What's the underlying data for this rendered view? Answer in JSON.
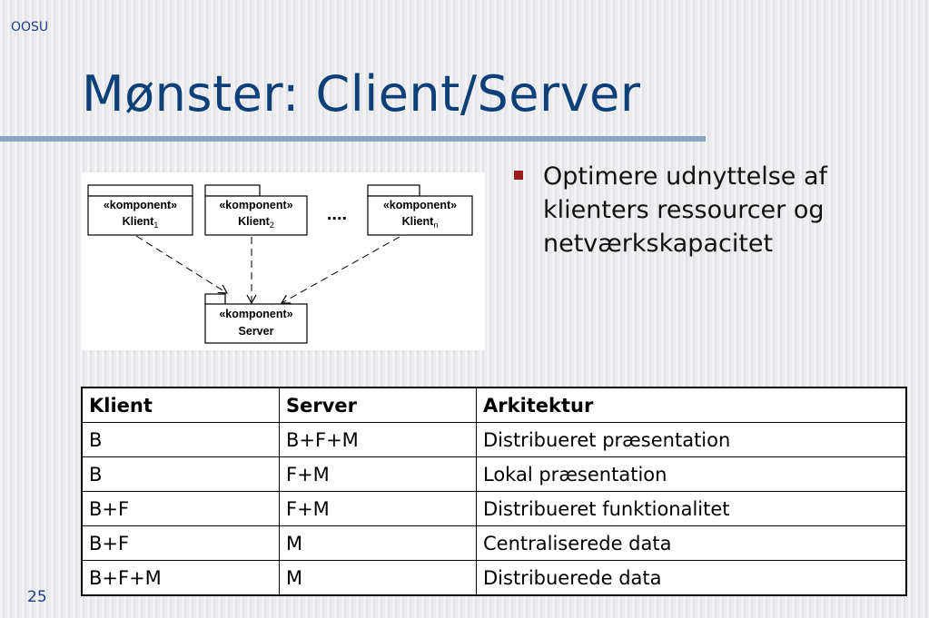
{
  "header": {
    "label": "OOSU"
  },
  "slide": {
    "title": "Mønster: Client/Server",
    "page_number": "25"
  },
  "diagram": {
    "stereotype": "«komponent»",
    "clients": [
      {
        "name": "Klient",
        "subscript": "1"
      },
      {
        "name": "Klient",
        "subscript": "2"
      },
      {
        "name": "Klient",
        "subscript": "n"
      }
    ],
    "ellipsis": "....",
    "server": {
      "name": "Server"
    }
  },
  "bullets": [
    {
      "text": "Optimere udnyttelse af klienters ressourcer og netværkskapacitet"
    }
  ],
  "table": {
    "headers": [
      "Klient",
      "Server",
      "Arkitektur"
    ],
    "rows": [
      [
        "B",
        "B+F+M",
        "Distribueret præsentation"
      ],
      [
        "B",
        "F+M",
        "Lokal præsentation"
      ],
      [
        "B+F",
        "F+M",
        "Distribueret funktionalitet"
      ],
      [
        "B+F",
        "M",
        "Centraliserede data"
      ],
      [
        "B+F+M",
        "M",
        "Distribuerede data"
      ]
    ]
  }
}
